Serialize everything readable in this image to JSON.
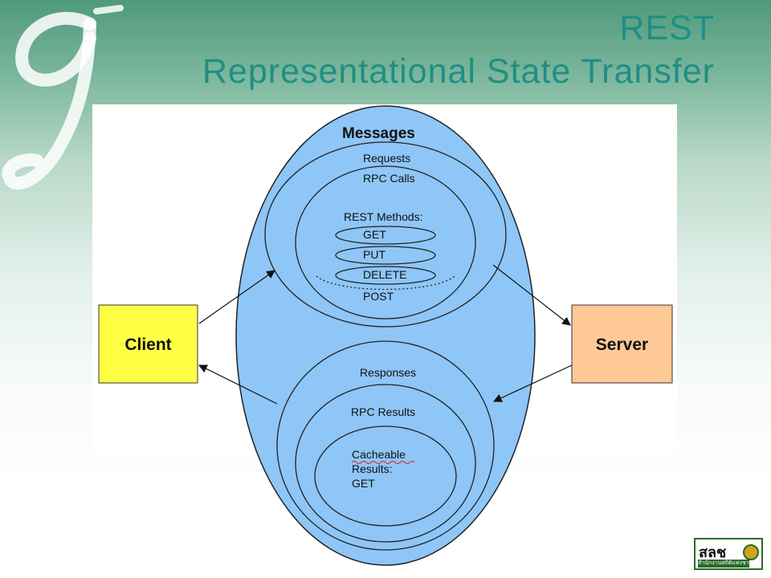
{
  "slide": {
    "title_line1": "REST",
    "title_line2": "Representational State Transfer"
  },
  "diagram": {
    "client_label": "Client",
    "server_label": "Server",
    "messages": {
      "label": "Messages",
      "requests": {
        "label": "Requests",
        "rpc_calls": "RPC Calls",
        "rest_methods_label": "REST Methods:",
        "methods": [
          "GET",
          "PUT",
          "DELETE",
          "POST"
        ]
      },
      "responses": {
        "label": "Responses",
        "rpc_results": "RPC Results",
        "cacheable_line1": "Cacheable",
        "cacheable_line2": "Results:",
        "cacheable_line3": "GET"
      }
    }
  },
  "colors": {
    "title": "#1f8f84",
    "messages_fill": "#8ec6f7",
    "client_fill": "#ffff44",
    "server_fill": "#ffc897"
  },
  "logo": {
    "badge_text": "สลช",
    "badge_subtext": "สำนักงานสถิติแห่งชาติ"
  }
}
